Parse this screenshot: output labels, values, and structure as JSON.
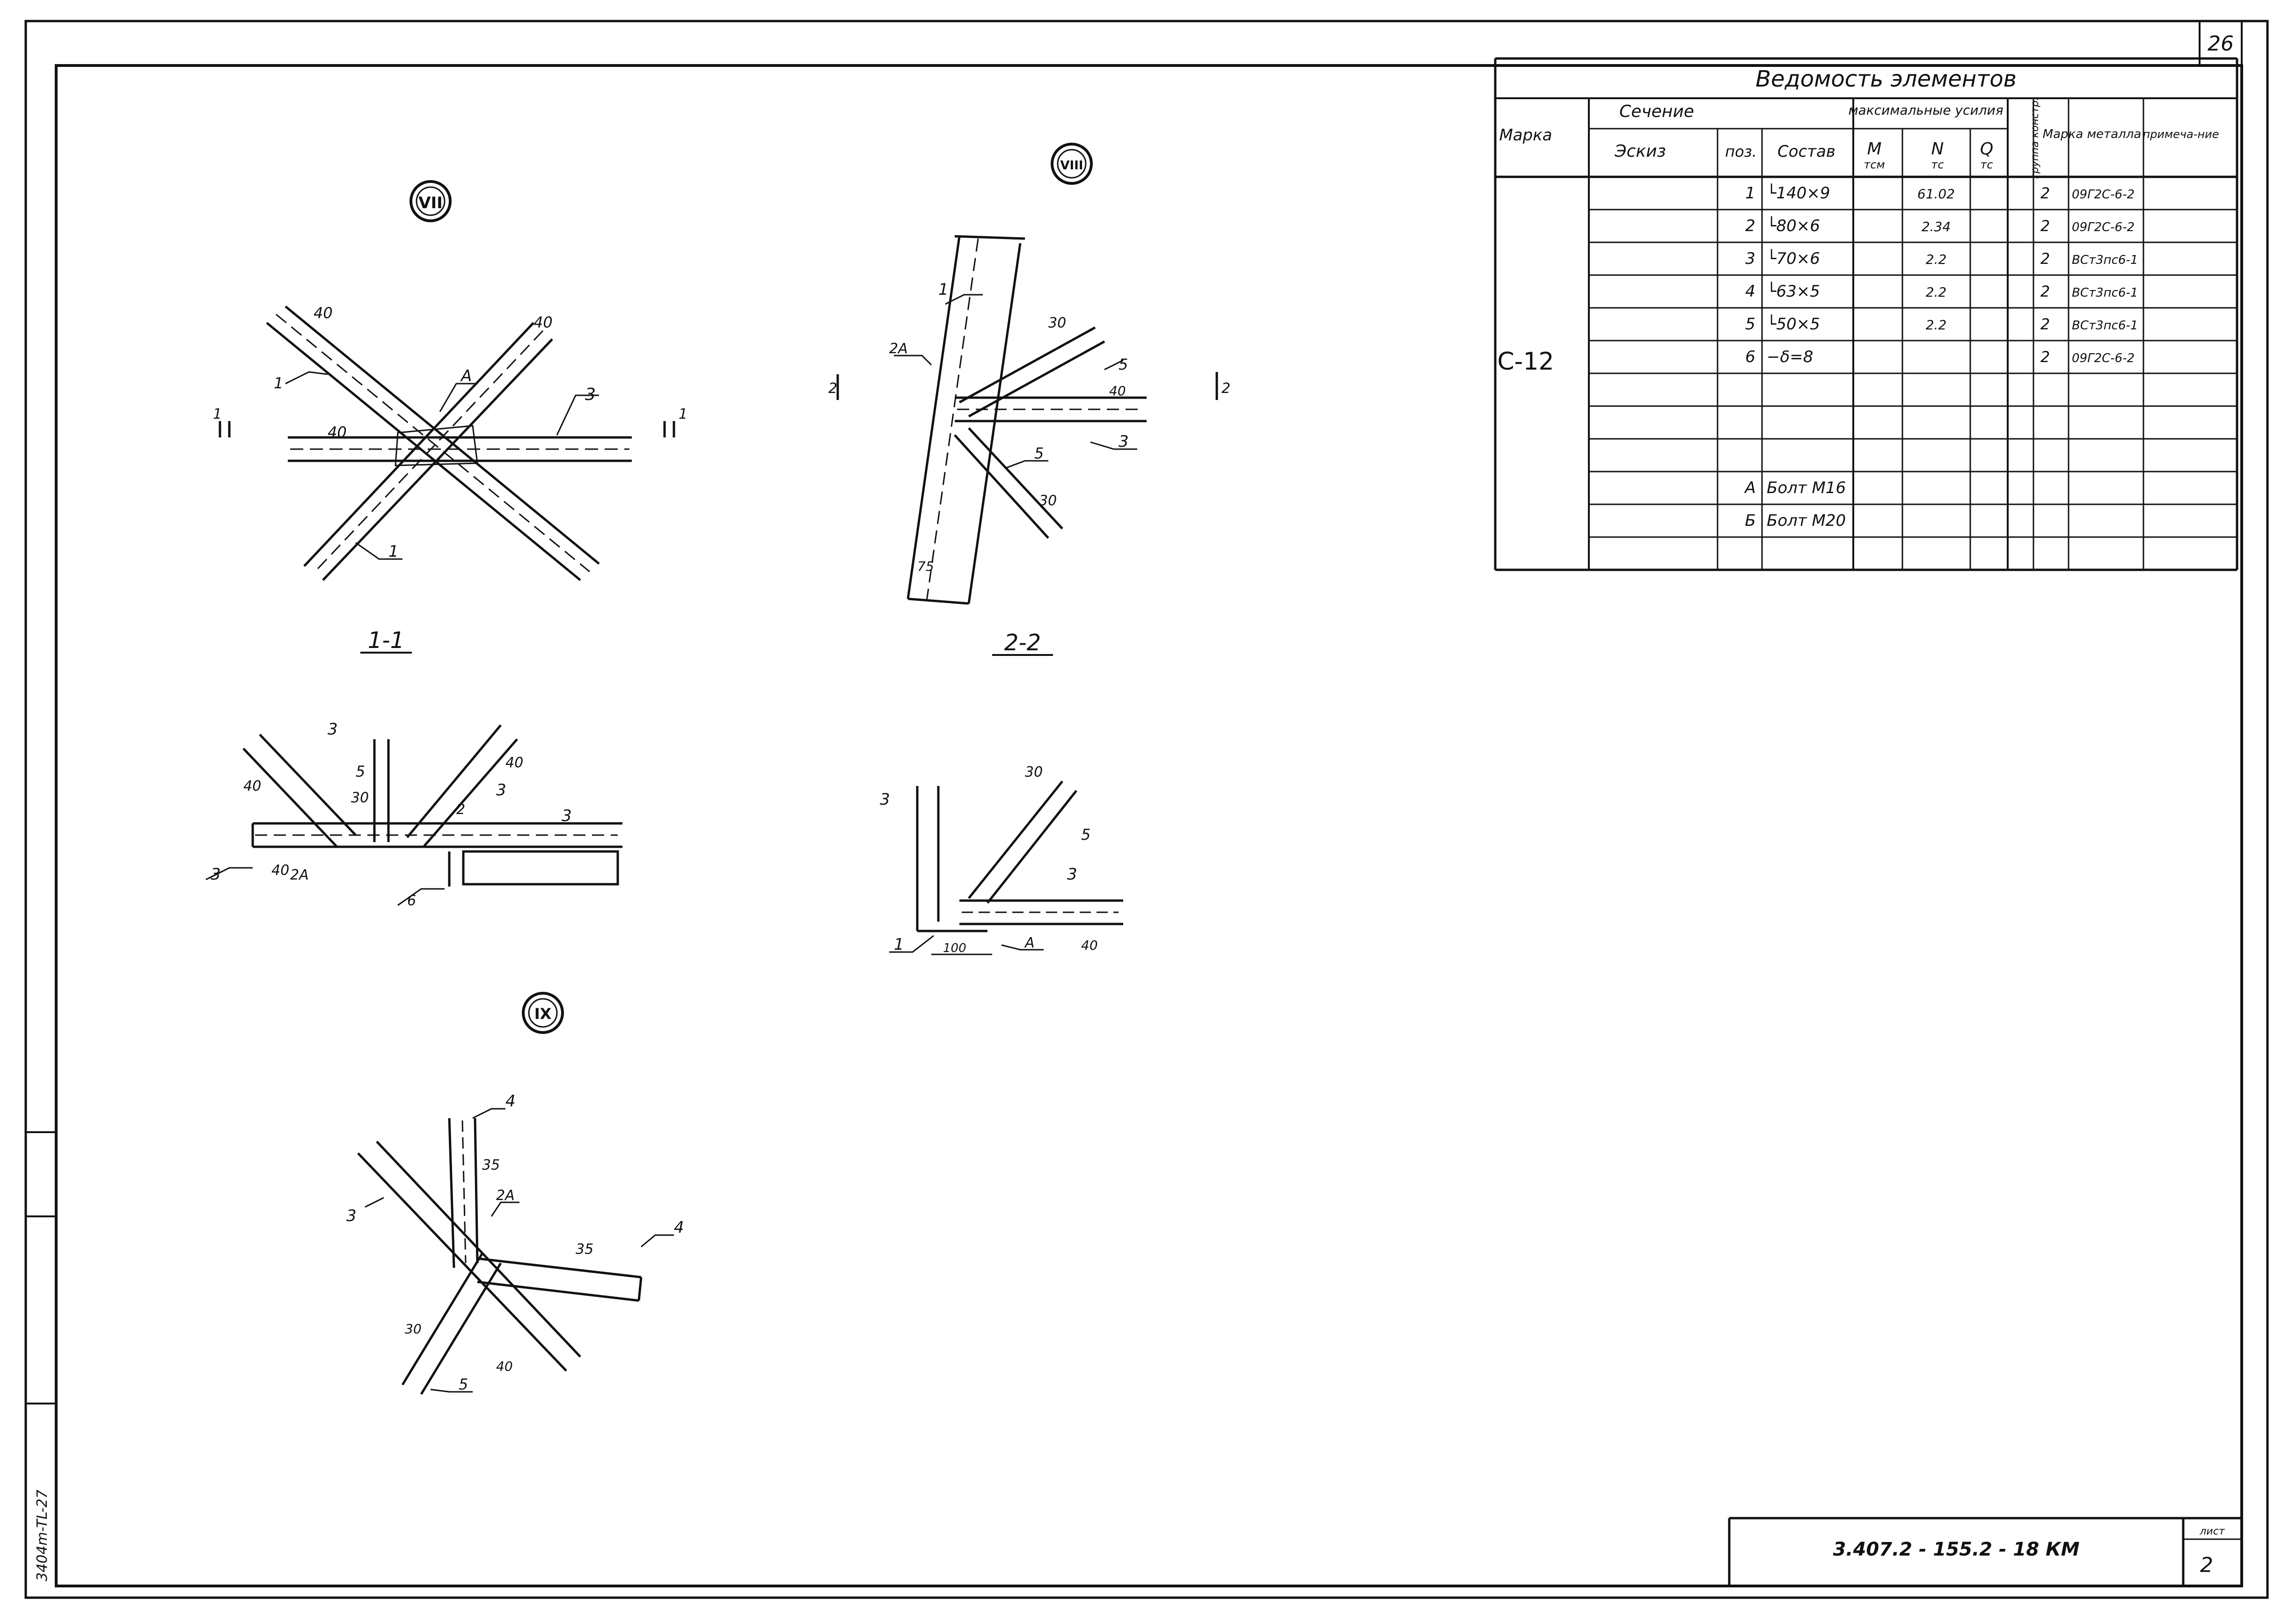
{
  "sheet": {
    "corner_number": "26",
    "stamp_code": "3.407.2 - 155.2 - 18 КМ",
    "sheet_label": "лист",
    "sheet_number": "2",
    "side_stamp": "3404m-TL-27"
  },
  "drawing": {
    "node_vii": "VII",
    "node_viii": "VIII",
    "node_ix": "IX",
    "section_1": "1-1",
    "section_2": "2-2",
    "cut_mark_1": "1",
    "cut_mark_2": "2",
    "callout_labels": [
      "1",
      "2",
      "2А",
      "3",
      "4",
      "5",
      "6",
      "А"
    ],
    "dimension_labels": [
      "40",
      "30",
      "35",
      "75",
      "100"
    ]
  },
  "table": {
    "title": "Ведомость элементов",
    "headers": {
      "marka": "Марка",
      "section": "Сечение",
      "sketch": "Эскиз",
      "pos": "поз.",
      "composition": "Состав",
      "max_forces": "максимальные усилия",
      "m": "М",
      "m_unit": "тсм",
      "n": "N",
      "n_unit": "тс",
      "q": "Q",
      "q_unit": "тс",
      "group": "группа констр.",
      "steel": "Марка металла",
      "note": "примеча-ние"
    },
    "mark": "С-12",
    "rows": [
      {
        "pos": "1",
        "composition": "└140×9",
        "n": "61.02",
        "group": "2",
        "steel": "09Г2С-6-2"
      },
      {
        "pos": "2",
        "composition": "└80×6",
        "n": "2.34",
        "group": "2",
        "steel": "09Г2С-6-2"
      },
      {
        "pos": "3",
        "composition": "└70×6",
        "n": "2.2",
        "group": "2",
        "steel": "ВСт3пс6-1"
      },
      {
        "pos": "4",
        "composition": "└63×5",
        "n": "2.2",
        "group": "2",
        "steel": "ВСт3пс6-1"
      },
      {
        "pos": "5",
        "composition": "└50×5",
        "n": "2.2",
        "group": "2",
        "steel": "ВСт3пс6-1"
      },
      {
        "pos": "6",
        "composition": "−δ=8",
        "n": "",
        "group": "2",
        "steel": "09Г2С-6-2"
      },
      {
        "pos": "",
        "composition": "",
        "n": "",
        "group": "",
        "steel": ""
      },
      {
        "pos": "",
        "composition": "",
        "n": "",
        "group": "",
        "steel": ""
      },
      {
        "pos": "",
        "composition": "",
        "n": "",
        "group": "",
        "steel": ""
      },
      {
        "pos": "А",
        "composition": "Болт М16",
        "n": "",
        "group": "",
        "steel": ""
      },
      {
        "pos": "Б",
        "composition": "Болт М20",
        "n": "",
        "group": "",
        "steel": ""
      },
      {
        "pos": "",
        "composition": "",
        "n": "",
        "group": "",
        "steel": ""
      }
    ]
  }
}
